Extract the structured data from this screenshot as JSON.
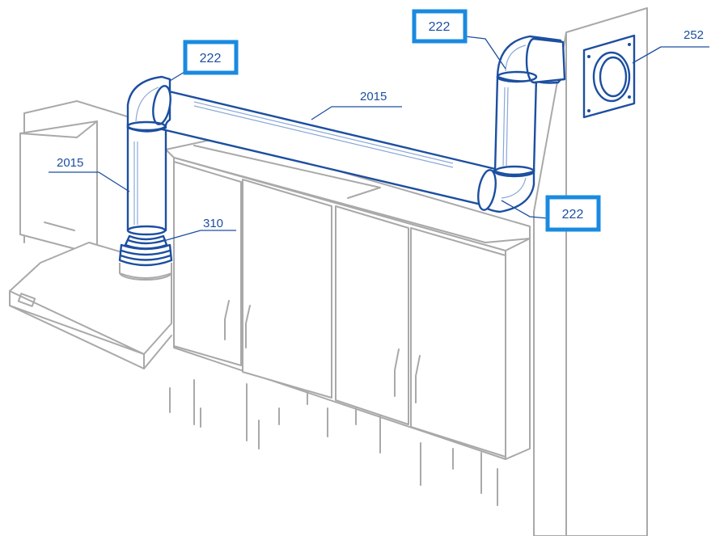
{
  "labels": {
    "elbow_top_left": "222",
    "elbow_top_right": "222",
    "elbow_lower_right": "222",
    "duct_horizontal": "2015",
    "duct_vertical": "2015",
    "hood_adapter": "310",
    "wall_grille": "252"
  },
  "colors": {
    "duct_stroke": "#1c4fa0",
    "label_box_border": "#1a8ae0",
    "furniture_stroke": "#a9a9a9"
  }
}
